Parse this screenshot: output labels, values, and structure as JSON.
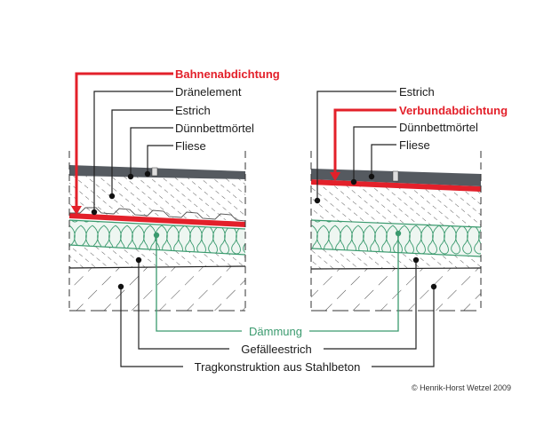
{
  "left_detail": {
    "labels": {
      "membrane": "Bahnenabdichtung",
      "drain": "Dränelement",
      "screed": "Estrich",
      "mortar": "Dünnbettmörtel",
      "tile": "Fliese"
    }
  },
  "right_detail": {
    "labels": {
      "screed": "Estrich",
      "membrane": "Verbundabdichtung",
      "mortar": "Dünnbettmörtel",
      "tile": "Fliese"
    }
  },
  "shared_labels": {
    "insulation": "Dämmung",
    "slope_screed": "Gefälleestrich",
    "structure": "Tragkonstruktion aus Stahlbeton"
  },
  "copyright": "© Henrik-Horst Wetzel 2009",
  "colors": {
    "red": "#e3202a",
    "green": "#3a9a6e",
    "black": "#1a1a1a",
    "tile": "#555a60"
  }
}
